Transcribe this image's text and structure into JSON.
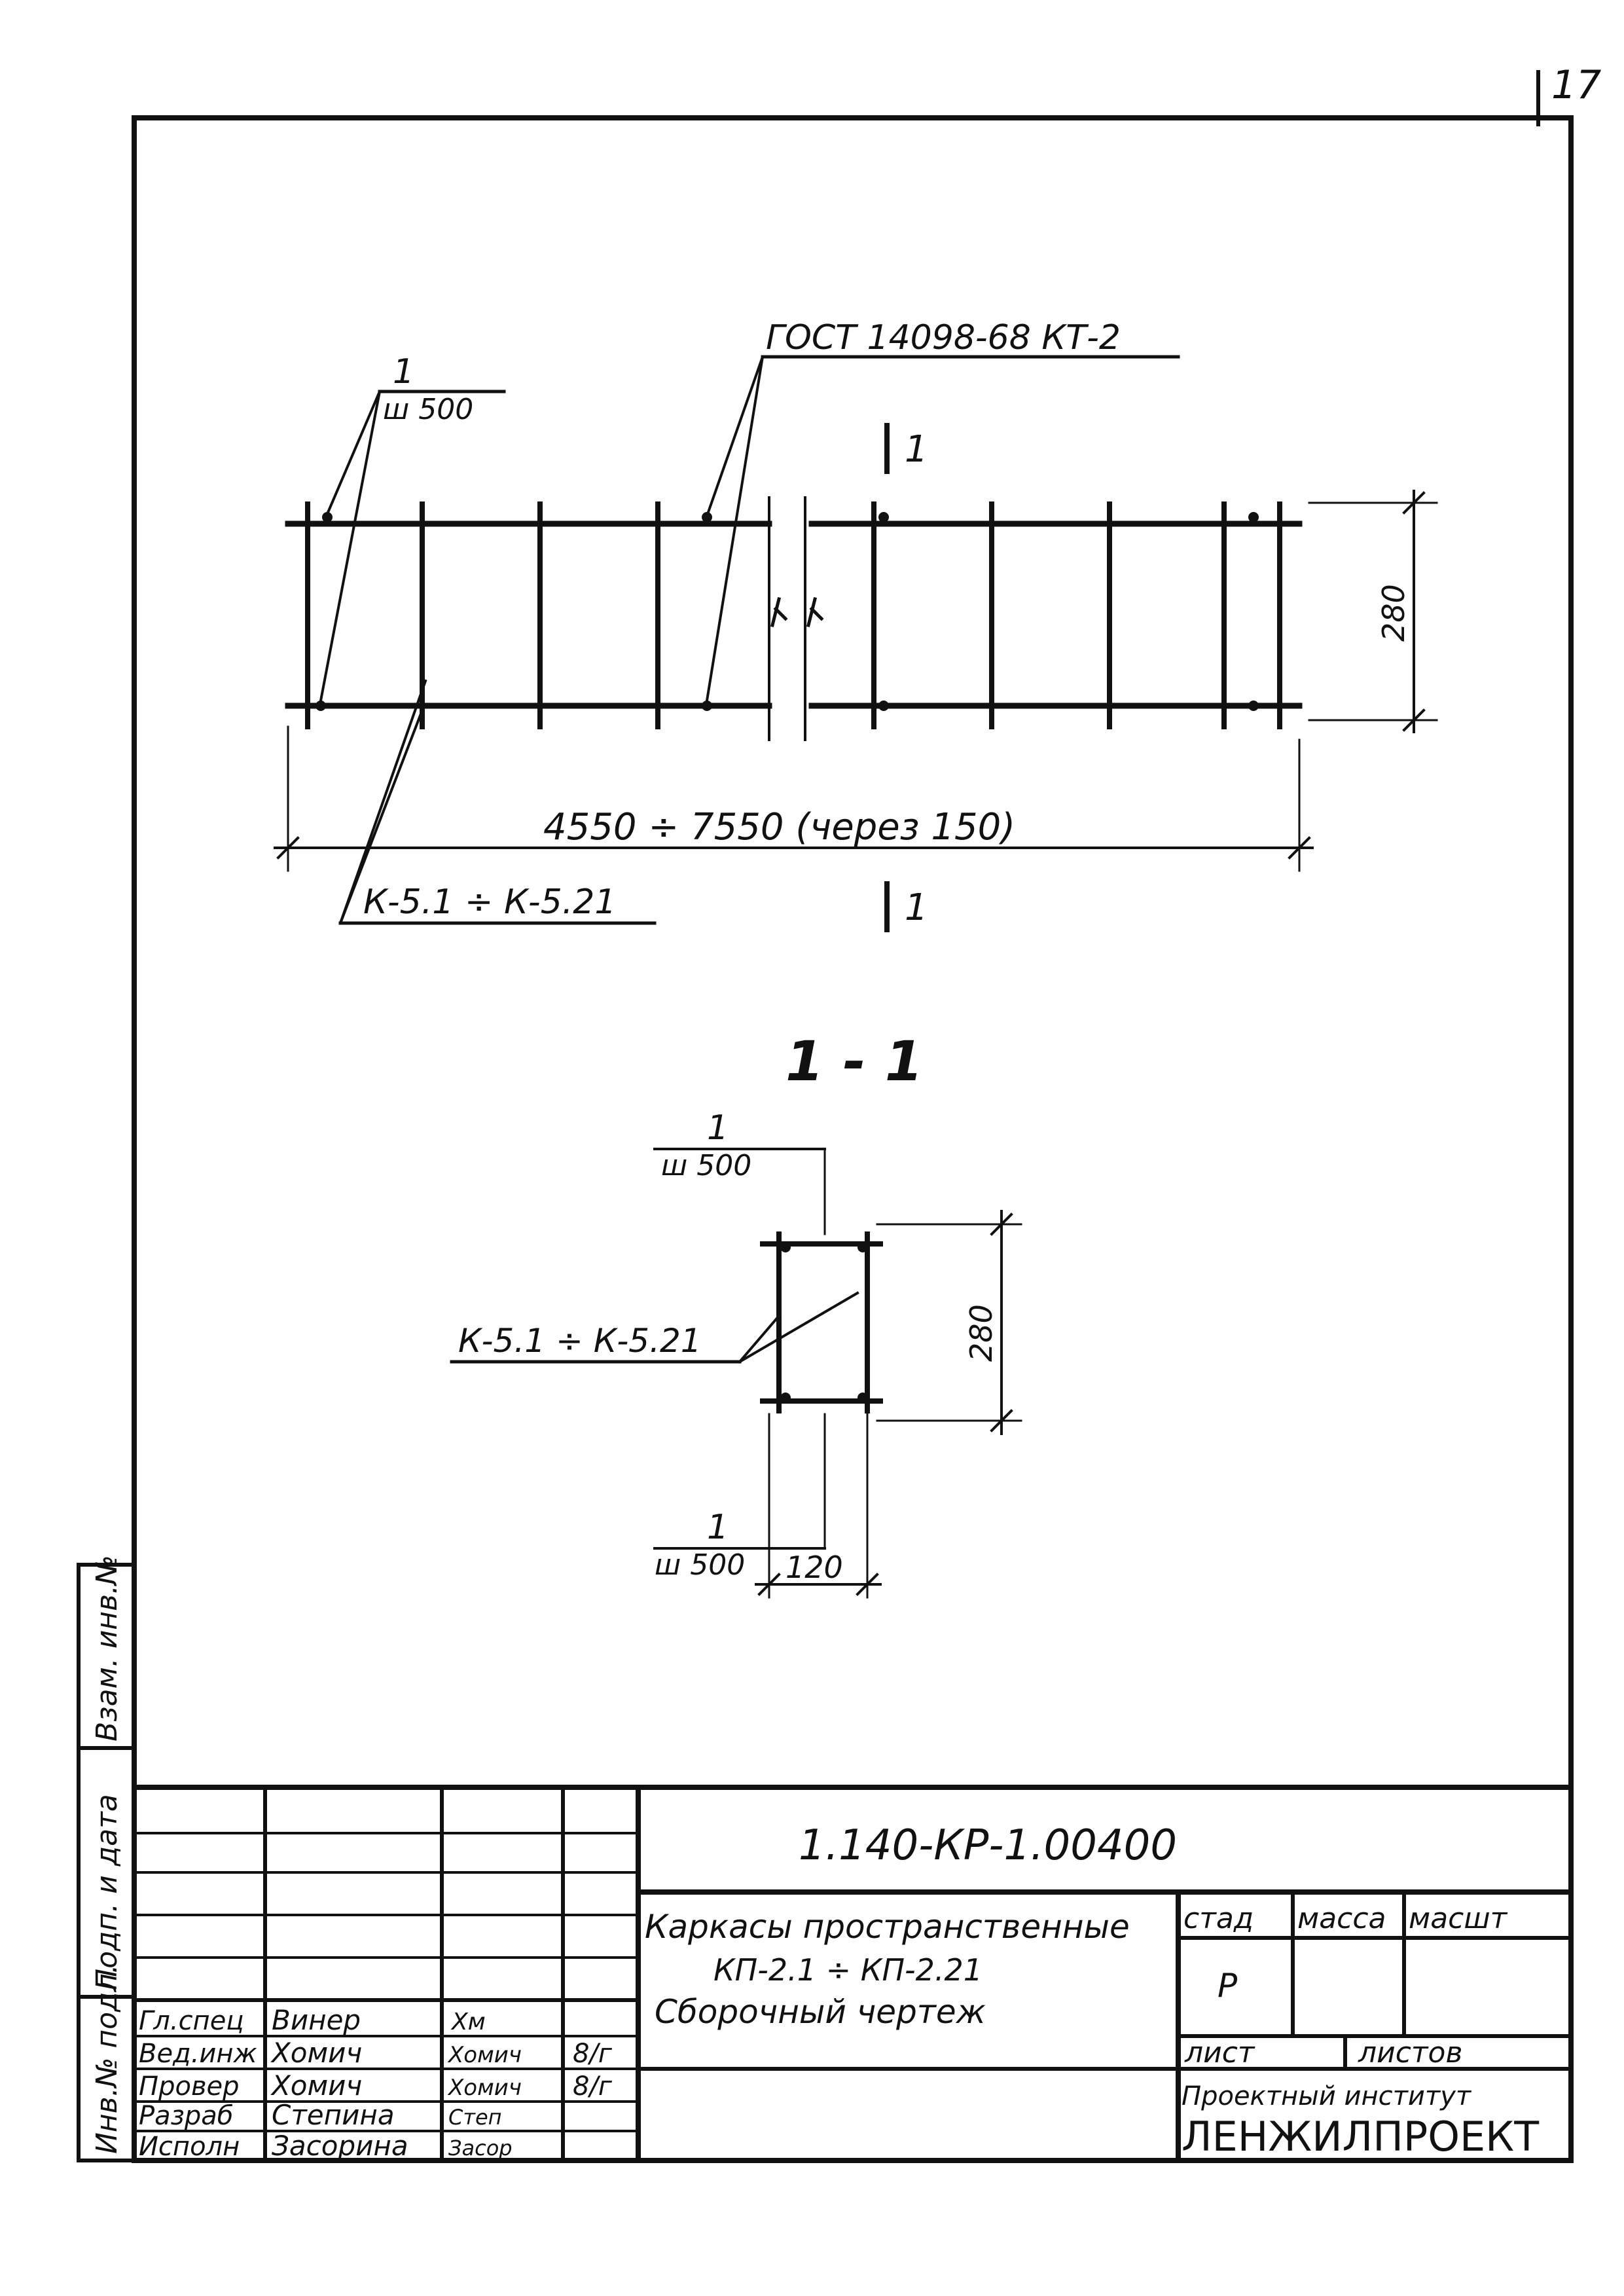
{
  "sheet_number": "17",
  "plan_view": {
    "gost_callout": "ГОСТ 14098-68 КТ-2",
    "mesh_fraction": {
      "numerator": "1",
      "denominator": "ш 500"
    },
    "section_mark": "1",
    "height_dimension": "280",
    "length_dimension": "4550 ÷ 7550 (через 150)",
    "frame_callout": "К-5.1 ÷ К-5.21"
  },
  "section_view": {
    "title": "1 - 1",
    "mesh_top": {
      "numerator": "1",
      "denominator": "ш 500"
    },
    "mesh_bottom": {
      "numerator": "1",
      "denominator": "ш 500"
    },
    "frame_callout": "К-5.1 ÷ К-5.21",
    "height_dimension": "280",
    "width_dimension": "120"
  },
  "left_stamp": {
    "col1": "Инв.№ подл.",
    "col2": "Подп. и дата",
    "col3": "Взам. инв.№"
  },
  "title_block": {
    "document_code": "1.140-КР-1.00400",
    "description_line1": "Каркасы пространственные",
    "description_line2": "КП-2.1 ÷ КП-2.21",
    "description_line3": "Сборочный чертеж",
    "stage_header": "стад",
    "mass_header": "масса",
    "scale_header": "масшт",
    "stage_value": "Р",
    "sheet_header": "лист",
    "sheets_header": "листов",
    "institute_line1": "Проектный институт",
    "institute_line2": "ЛЕНЖИЛПРОЕКТ",
    "signatures": [
      {
        "role": "Гл.спец",
        "name": "Винер",
        "sign": "Хм",
        "date": ""
      },
      {
        "role": "Вед.инж",
        "name": "Хомич",
        "sign": "Хомич",
        "date": "8/г"
      },
      {
        "role": "Провер",
        "name": "Хомич",
        "sign": "Хомич",
        "date": "8/г"
      },
      {
        "role": "Разраб",
        "name": "Степина",
        "sign": "Степ",
        "date": ""
      },
      {
        "role": "Исполн",
        "name": "Засорина",
        "sign": "Засор",
        "date": ""
      }
    ]
  }
}
